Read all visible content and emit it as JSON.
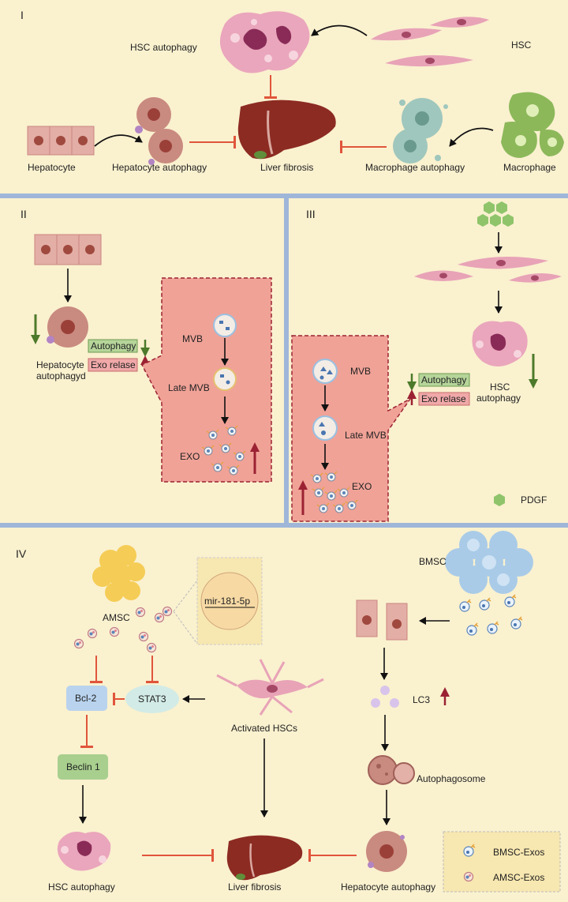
{
  "panels": {
    "p1": {
      "roman": "I",
      "hsc_autophagy": "HSC autophagy",
      "hsc": "HSC",
      "hepatocyte": "Hepatocyte",
      "hepatocyte_autophagy": "Hepatocyte autophagy",
      "liver_fibrosis": "Liver fibrosis",
      "macrophage_autophagy": "Macrophage autophagy",
      "macrophage": "Macrophage"
    },
    "p2": {
      "roman": "II",
      "hepatocyte_autophagyd_1": "Hepatocyte",
      "hepatocyte_autophagyd_2": "autophagyd",
      "autophagy": "Autophagy",
      "exo_release": "Exo relase",
      "mvb": "MVB",
      "late_mvb": "Late MVB",
      "exo": "EXO"
    },
    "p3": {
      "roman": "III",
      "mvb": "MVB",
      "late_mvb": "Late MVB",
      "exo": "EXO",
      "autophagy": "Autophagy",
      "exo_release": "Exo relase",
      "hsc_autophagy_1": "HSC",
      "hsc_autophagy_2": "autophagy",
      "pdgf": "PDGF"
    },
    "p4": {
      "roman": "IV",
      "amsc": "AMSC",
      "mirna": "mir-181-5p",
      "bmsc": "BMSC",
      "bcl2": "Bcl-2",
      "stat3": "STAT3",
      "activated_hscs": "Activated HSCs",
      "lc3": "LC3",
      "beclin1": "Beclin 1",
      "autophagosome": "Autophagosome",
      "hsc_autophagy": "HSC autophagy",
      "liver_fibrosis": "Liver fibrosis",
      "hepatocyte_autophagy": "Hepatocyte autophagy",
      "legend_bmsc": "BMSC-Exos",
      "legend_amsc": "AMSC-Exos"
    }
  },
  "colors": {
    "background": "#faf1cf",
    "divider": "#9fb6d9",
    "inhibit": "#e0553b",
    "up_arrow": "#9b2233",
    "down_arrow": "#4d7a2a",
    "liver": "#8c2b22",
    "hsc_cell": "#e8a3b7",
    "macrophage_cell": "#8cb85a",
    "hepatocyte_cell": "#e3aea6",
    "exo_box": "#f0a297",
    "autophagy_box": "#b6d59a",
    "exo_release_box": "#f0a8a8",
    "bcl2_box": "#b9d3ee",
    "beclin_box": "#a8cf8e",
    "amsc_cell": "#f5cc55",
    "bmsc_cell": "#a9cbe8"
  },
  "icons": [
    "liver-icon",
    "hsc-cell-icon",
    "hepatocyte-tissue-icon",
    "macrophage-icon",
    "mvb-icon",
    "exosome-icon",
    "pdgf-hexagon-icon",
    "amsc-cluster-icon",
    "bmsc-cluster-icon",
    "lc3-dot-icon",
    "autophagosome-icon"
  ]
}
